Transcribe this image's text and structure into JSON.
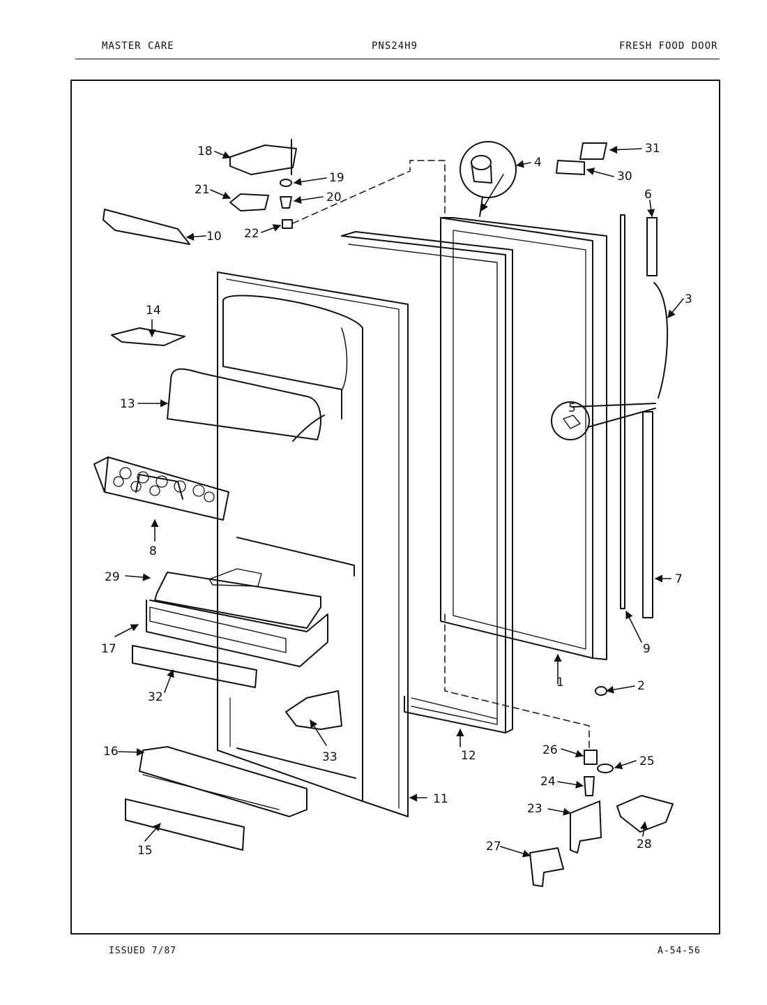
{
  "header": {
    "left": "MASTER CARE",
    "center": "PNS24H9",
    "right": "FRESH FOOD DOOR"
  },
  "footer": {
    "left": "ISSUED 7/87",
    "right": "A-54-56"
  },
  "callouts": {
    "p1": "1",
    "p2": "2",
    "p3": "3",
    "p4": "4",
    "p5": "5",
    "p6": "6",
    "p7": "7",
    "p8": "8",
    "p9": "9",
    "p10": "10",
    "p11": "11",
    "p12": "12",
    "p13": "13",
    "p14": "14",
    "p15": "15",
    "p16": "16",
    "p17": "17",
    "p18": "18",
    "p19": "19",
    "p20": "20",
    "p21": "21",
    "p22": "22",
    "p23": "23",
    "p24": "24",
    "p25": "25",
    "p26": "26",
    "p27": "27",
    "p28": "28",
    "p29": "29",
    "p30": "30",
    "p31": "31",
    "p32": "32",
    "p33": "33"
  }
}
